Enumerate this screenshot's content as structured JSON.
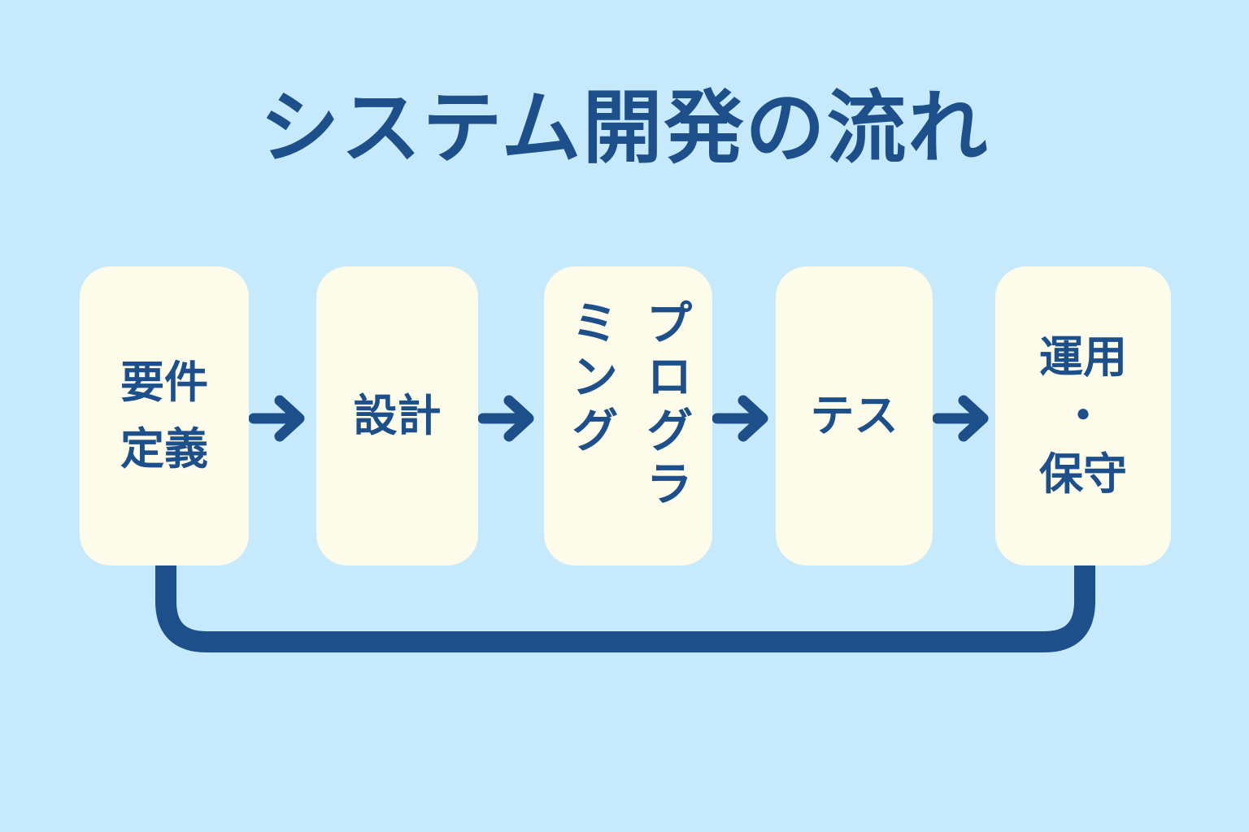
{
  "title": "システム開発の流れ",
  "stages": [
    {
      "lines": [
        "要件",
        "定義"
      ]
    },
    {
      "lines": [
        "設計"
      ]
    },
    {
      "lines": [
        "プログラミング"
      ]
    },
    {
      "lines": [
        "テス"
      ]
    },
    {
      "lines": [
        "運用",
        "・",
        "保守"
      ]
    }
  ],
  "colors": {
    "background": "#c6e9fb",
    "box": "#fdfbe9",
    "accent": "#1d4f8a"
  },
  "icons": [
    "arrow-right-icon",
    "return-loop-connector"
  ]
}
